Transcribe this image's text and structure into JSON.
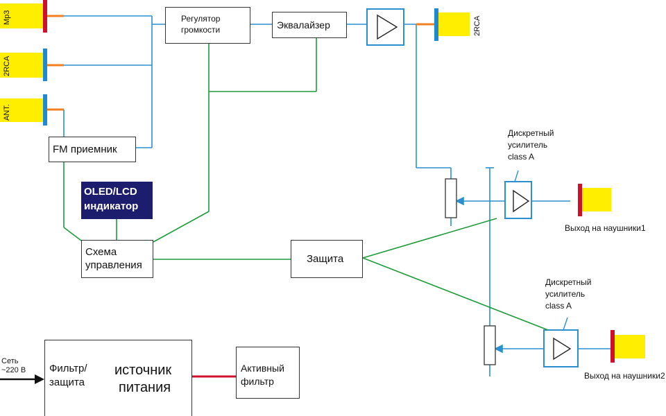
{
  "inputs": {
    "mp3": "Mp3",
    "rca_in": "2RCA",
    "ant": "ANT."
  },
  "blocks": {
    "fm_receiver": "FM приемник",
    "volume_line1": "Регулятор",
    "volume_line2": "громкости",
    "equalizer": "Эквалайзер",
    "display_line1": "OLED/LCD",
    "display_line2": "индикатор",
    "control_line1": "Схема",
    "control_line2": "управления",
    "protection": "Защита",
    "filter_line1": "Фильтр/",
    "filter_line2": "защита",
    "psu_line1": "источник",
    "psu_line2": "питания",
    "active_filter_line1": "Активный",
    "active_filter_line2": "фильтр"
  },
  "outputs": {
    "rca_out": "2RCA",
    "amp1_line1": "Дискретный",
    "amp1_line2": "усилитель",
    "amp1_line3": "class A",
    "amp2_line1": "Дискретный",
    "amp2_line2": "усилитель",
    "amp2_line3": "class A",
    "headphones1": "Выход на наушники1",
    "headphones2": "Выход на наушники2"
  },
  "mains": {
    "line1": "Сеть",
    "line2": "~220 В"
  },
  "colors": {
    "signal": "#2a8fd0",
    "control": "#1e9a3c",
    "connector_yellow": "#ffee00",
    "connector_red": "#d0102a",
    "connector_blue": "#1f8ad0",
    "pin_orange": "#f08020",
    "display_bg": "#1d1d6e"
  }
}
